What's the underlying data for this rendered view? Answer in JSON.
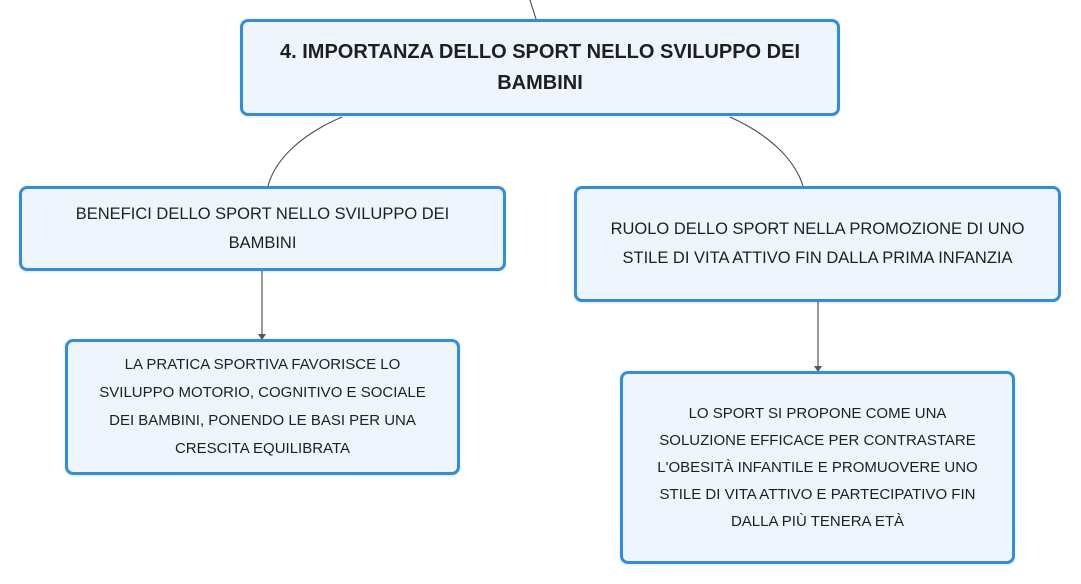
{
  "root": {
    "title": "4. IMPORTANZA DELLO SPORT NELLO SVILUPPO DEI BAMBINI"
  },
  "branches": [
    {
      "label": "BENEFICI DELLO SPORT NELLO SVILUPPO DEI BAMBINI",
      "child": "LA PRATICA SPORTIVA FAVORISCE LO SVILUPPO MOTORIO, COGNITIVO E SOCIALE DEI BAMBINI, PONENDO LE BASI PER UNA CRESCITA EQUILIBRATA"
    },
    {
      "label": "RUOLO DELLO SPORT NELLA PROMOZIONE DI UNO STILE DI VITA ATTIVO FIN DALLA PRIMA INFANZIA",
      "child": "LO SPORT SI PROPONE COME UNA SOLUZIONE EFFICACE PER CONTRASTARE L'OBESITÀ INFANTILE E PROMUOVERE UNO STILE DI VITA ATTIVO E PARTECIPATIVO FIN DALLA PIÙ TENERA ETÀ"
    }
  ],
  "colors": {
    "node_border": "#2f8ee0",
    "node_fill": "#eef5fc",
    "connector": "#555555"
  }
}
